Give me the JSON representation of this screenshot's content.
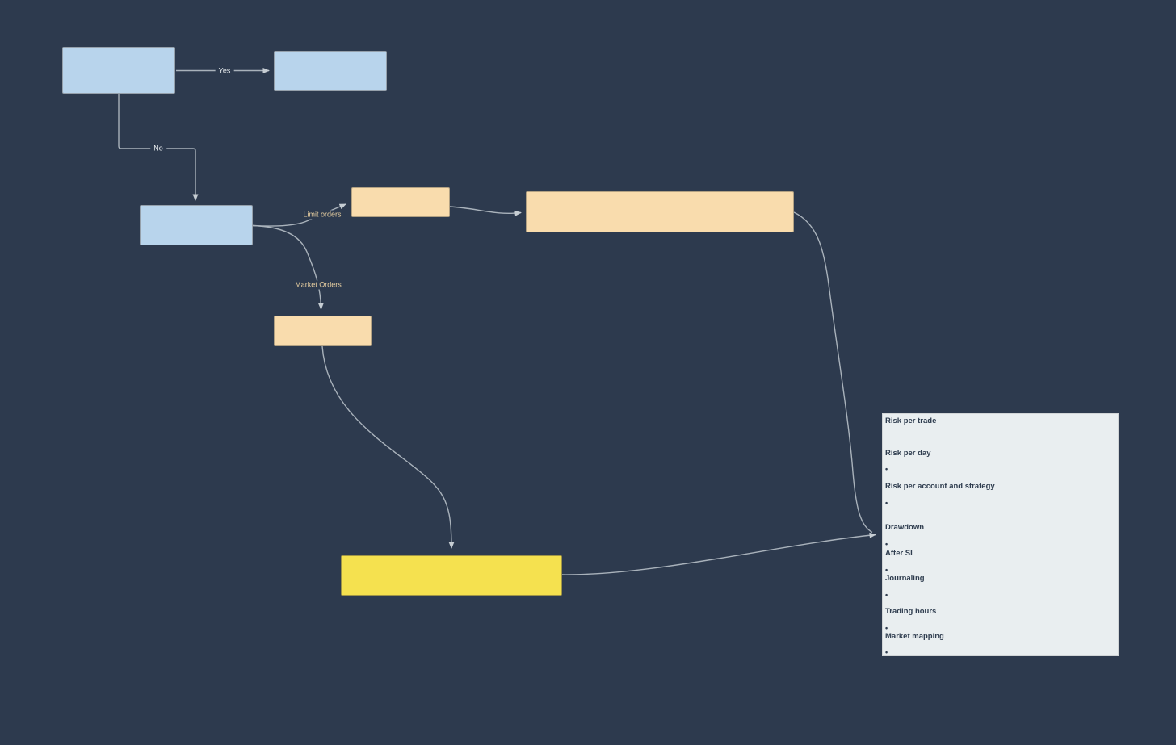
{
  "colors": {
    "canvas_bg": "#2d3a4e",
    "node_blue_fill": "#b8d4ec",
    "node_peach_fill": "#f9dcad",
    "node_yellow_fill": "#f5e14f",
    "panel_fill": "#e9eef0",
    "panel_text": "#2f3d4f",
    "connector": "#a9b2bb",
    "edge_label_light": "#e4e9ec",
    "edge_label_tan": "#e9d0a2"
  },
  "nodes": [
    {
      "id": "decision-top",
      "color": "blue",
      "label": ""
    },
    {
      "id": "outcome-yes",
      "color": "blue",
      "label": ""
    },
    {
      "id": "decision-lower",
      "color": "blue",
      "label": ""
    },
    {
      "id": "limit-orders-step",
      "color": "peach",
      "label": ""
    },
    {
      "id": "limit-orders-detail",
      "color": "peach",
      "label": ""
    },
    {
      "id": "market-orders-step",
      "color": "peach",
      "label": ""
    },
    {
      "id": "action-box",
      "color": "yellow",
      "label": ""
    }
  ],
  "edge_labels": {
    "yes": "Yes",
    "no": "No",
    "limit_orders": "Limit orders",
    "market_orders": "Market Orders"
  },
  "panel": {
    "lines": [
      {
        "text": "Risk per trade",
        "style": "heading"
      },
      {
        "text": "Risk per day",
        "style": "heading"
      },
      {
        "text": "•",
        "style": "bullet"
      },
      {
        "text": "Risk per account and strategy",
        "style": "heading"
      },
      {
        "text": "•",
        "style": "bullet"
      },
      {
        "text": "Drawdown",
        "style": "heading"
      },
      {
        "text": "•",
        "style": "bullet"
      },
      {
        "text": "After SL",
        "style": "heading"
      },
      {
        "text": "•",
        "style": "bullet"
      },
      {
        "text": "Journaling",
        "style": "heading"
      },
      {
        "text": "•",
        "style": "bullet"
      },
      {
        "text": "Trading hours",
        "style": "heading"
      },
      {
        "text": "•",
        "style": "bullet"
      },
      {
        "text": "Market mapping",
        "style": "heading"
      },
      {
        "text": "•",
        "style": "bullet"
      }
    ]
  }
}
